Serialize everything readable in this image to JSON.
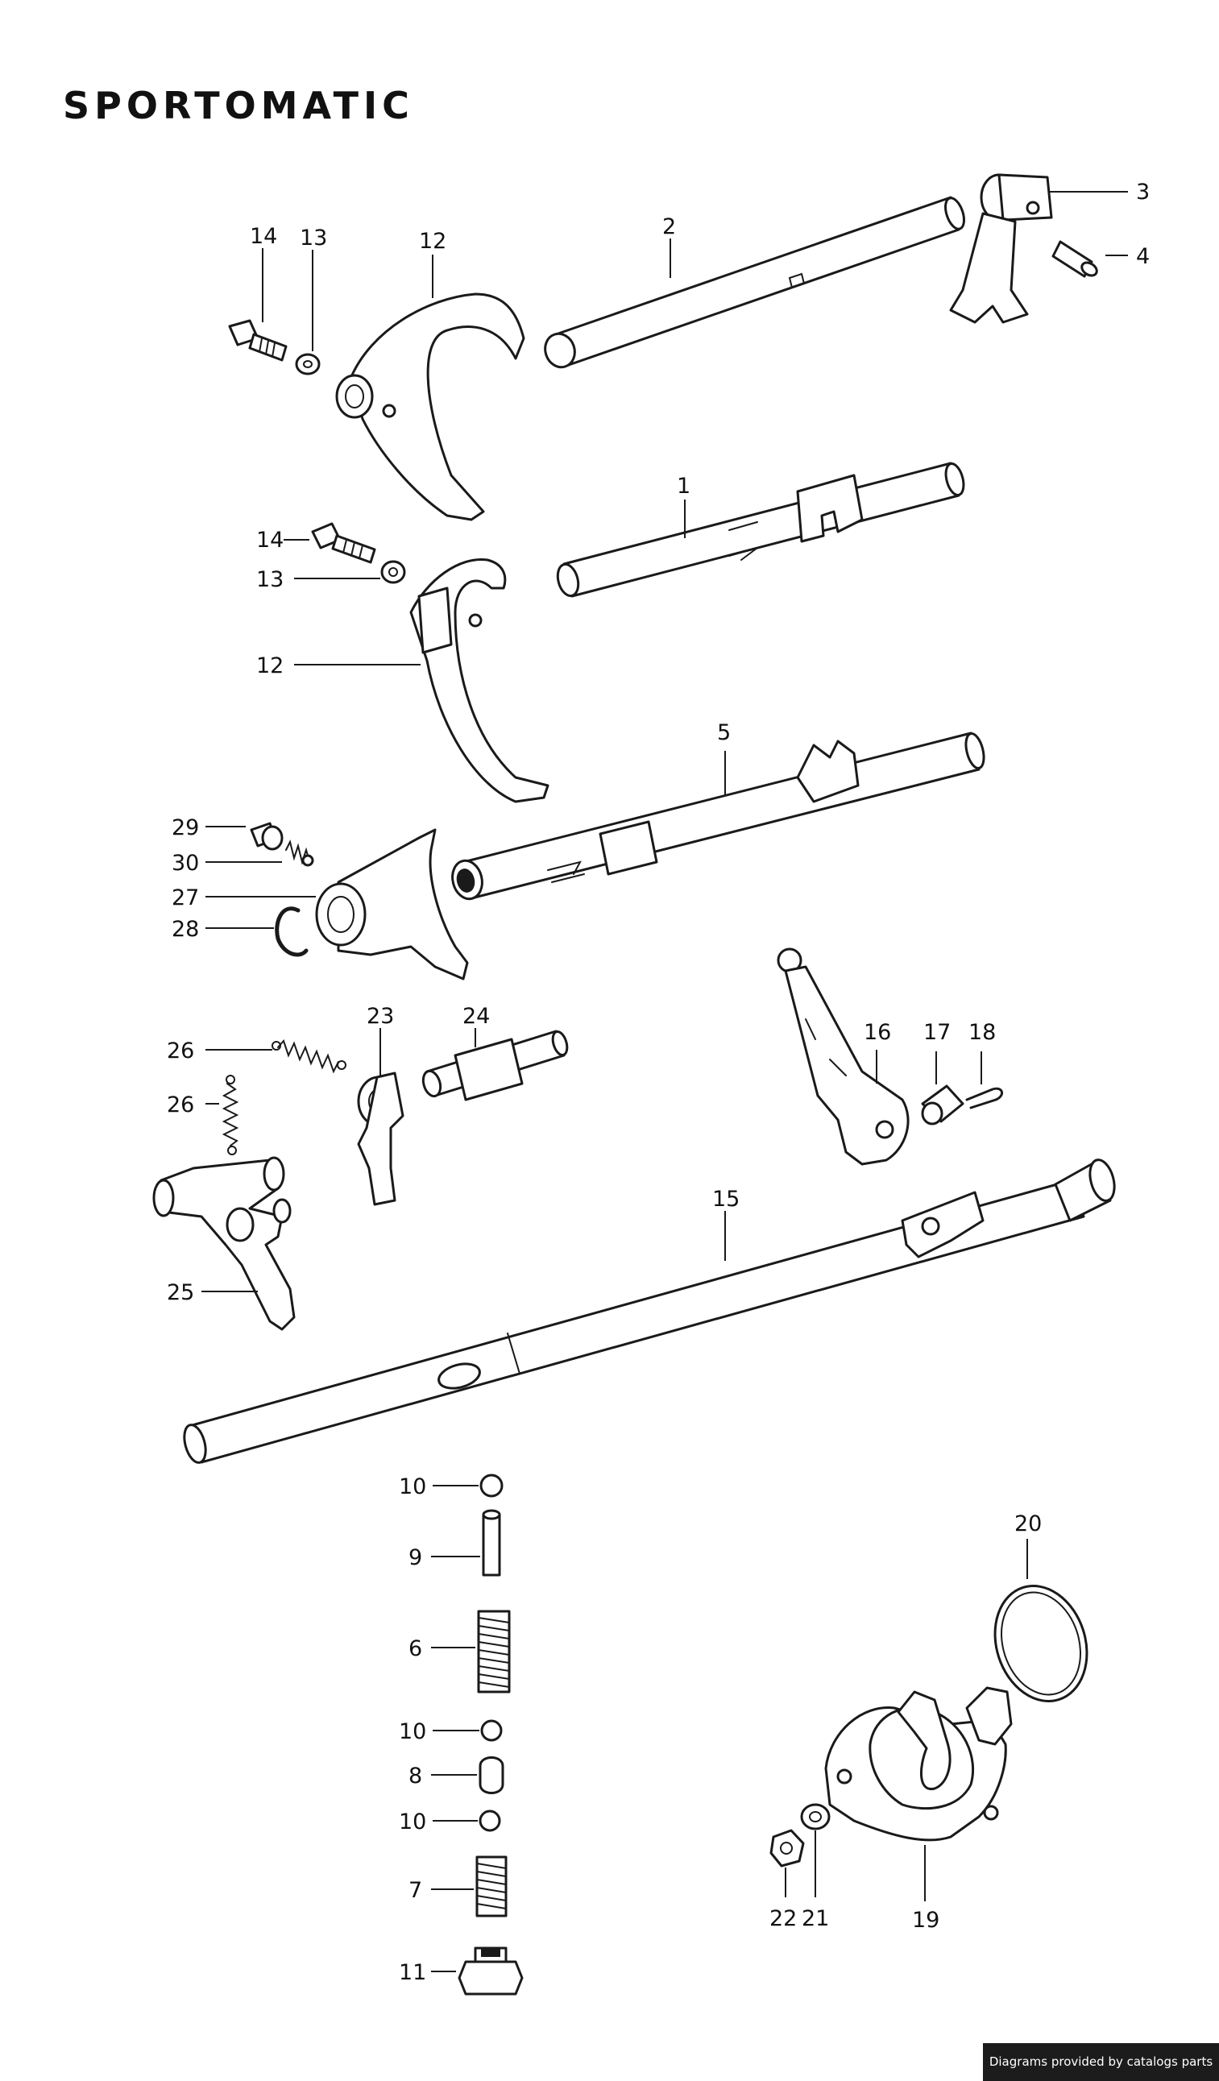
{
  "title": "SPORTOMATIC",
  "credit": "Diagrams provided by catalogs parts",
  "callouts": {
    "p1": "1",
    "p2": "2",
    "p3": "3",
    "p4": "4",
    "p5": "5",
    "p6": "6",
    "p7": "7",
    "p8": "8",
    "p9": "9",
    "p10a": "10",
    "p10b": "10",
    "p10c": "10",
    "p11": "11",
    "p12a": "12",
    "p12b": "12",
    "p13a": "13",
    "p13b": "13",
    "p14a": "14",
    "p14b": "14",
    "p15": "15",
    "p16": "16",
    "p17": "17",
    "p18": "18",
    "p19": "19",
    "p20": "20",
    "p21": "21",
    "p22": "22",
    "p23": "23",
    "p24": "24",
    "p25": "25",
    "p26a": "26",
    "p26b": "26",
    "p27": "27",
    "p28": "28",
    "p29": "29",
    "p30": "30"
  }
}
